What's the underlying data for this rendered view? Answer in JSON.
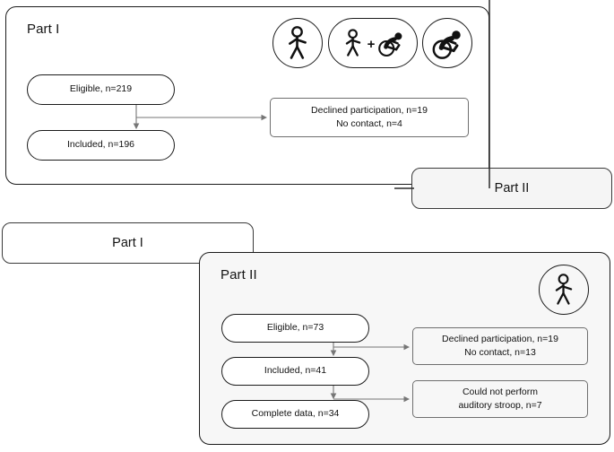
{
  "figure": {
    "type": "flowchart",
    "title_visible": false,
    "background": "#ffffff",
    "line_color": "#767676",
    "border_color": "#1b1b1b",
    "tint_fill": "#f7f7f7"
  },
  "part_one_panel": {
    "title": "Part I",
    "icons": [
      {
        "name": "walking-person-icon",
        "shape": "circle",
        "label": "walking person"
      },
      {
        "name": "walking-person-plus-wheelchair-icon",
        "shape": "pill",
        "label": "walking person + wheelchair racer",
        "separator": "+"
      },
      {
        "name": "wheelchair-racer-icon",
        "shape": "circle",
        "label": "wheelchair racer"
      }
    ],
    "nodes": [
      {
        "name": "eligible-node",
        "label": "Eligible, n=219"
      },
      {
        "name": "included-node",
        "label": "Included, n=196"
      }
    ],
    "exclusions": [
      {
        "name": "exclusion-box-1",
        "label": "Declined participation, n=19\nNo contact, n=4"
      }
    ],
    "tab_other": "Part II"
  },
  "part_two_panel": {
    "title": "Part II",
    "tab_other": "Part I",
    "icons": [
      {
        "name": "walking-person-icon",
        "shape": "circle",
        "label": "walking person"
      }
    ],
    "nodes": [
      {
        "name": "eligible-node",
        "label": "Eligible, n=73"
      },
      {
        "name": "included-node",
        "label": "Included, n=41"
      },
      {
        "name": "complete-data-node",
        "label": "Complete data, n=34"
      }
    ],
    "exclusions": [
      {
        "name": "exclusion-box-1",
        "label": "Declined participation, n=19\nNo contact, n=13"
      },
      {
        "name": "exclusion-box-2",
        "label": "Could not perform\nauditory stroop, n=7"
      }
    ]
  }
}
